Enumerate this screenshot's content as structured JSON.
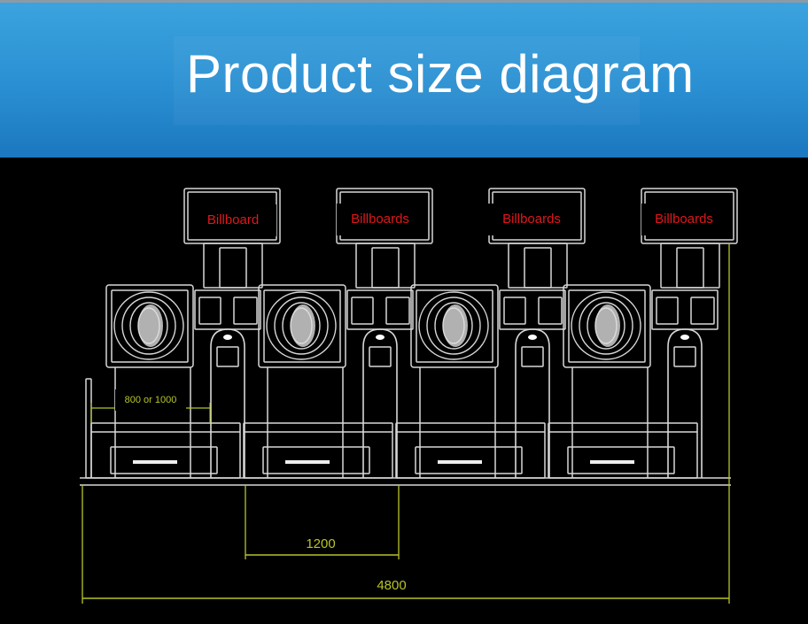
{
  "header": {
    "title": "Product size diagram"
  },
  "diagram": {
    "billboard_labels": [
      "Billboard",
      "Billboards",
      "Billboards",
      "Billboards"
    ],
    "dimensions": {
      "seat_width": "800 or 1000",
      "unit_spacing": "1200",
      "total_width": "4800"
    },
    "colors": {
      "header": "#2a8fd2",
      "label": "#e0171b",
      "dimension": "#b8c42a",
      "linework": "#d8d8d8"
    }
  }
}
